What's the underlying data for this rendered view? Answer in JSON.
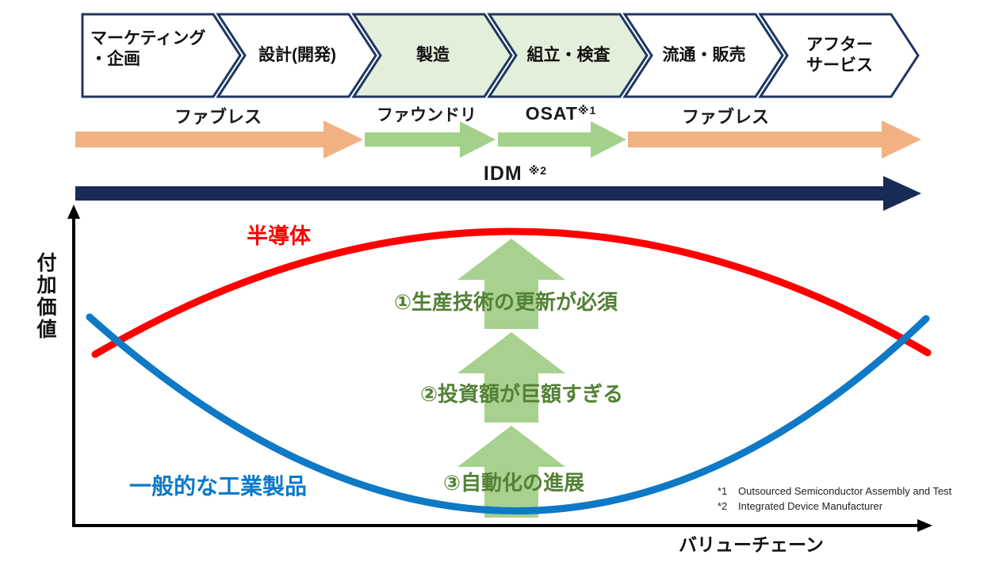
{
  "process_chain": {
    "steps": [
      {
        "label": "マーケティング\n・企画",
        "highlighted": false
      },
      {
        "label": "設計(開発)",
        "highlighted": false
      },
      {
        "label": "製造",
        "highlighted": true
      },
      {
        "label": "組立・検査",
        "highlighted": true
      },
      {
        "label": "流通・販売",
        "highlighted": false
      },
      {
        "label": "アフター\nサービス",
        "highlighted": false
      }
    ]
  },
  "business_layers": {
    "segments": [
      {
        "label": "ファブレス",
        "type": "fabless"
      },
      {
        "label": "ファウンドリ",
        "type": "foundry"
      },
      {
        "label": "OSAT",
        "note_ref": "※1",
        "type": "osat"
      },
      {
        "label": "ファブレス",
        "type": "fabless"
      }
    ],
    "idm": {
      "label": "IDM",
      "note_ref": "※2"
    }
  },
  "chart": {
    "type": "conceptual-smile-curve",
    "y_axis_label": "付加価値",
    "x_axis_label": "バリューチェーン",
    "series": [
      {
        "name": "半導体",
        "color": "#fe0000",
        "trend": "inverted_u_high_in_middle"
      },
      {
        "name": "一般的な工業製品",
        "color": "#0e79c6",
        "trend": "u_low_in_middle"
      }
    ],
    "annotations": [
      {
        "text": "①生産技術の更新が必須"
      },
      {
        "text": "②投資額が巨額すぎる"
      },
      {
        "text": "③自動化の進展"
      }
    ]
  },
  "footnotes": [
    {
      "marker": "*1",
      "text": "Outsourced Semiconductor Assembly and Test"
    },
    {
      "marker": "*2",
      "text": "Integrated Device Manufacturer"
    }
  ],
  "colors": {
    "chevron_border": "#1f3864",
    "chevron_highlight_fill": "#e3efda",
    "fabless_arrow": "#f2b183",
    "foundry_osat_arrow": "#a3d18c",
    "idm_arrow": "#182a56",
    "semiconductor_curve": "#fe0000",
    "industrial_curve": "#0e79c6",
    "annotation_text": "#538135",
    "block_arrow": "#a8d08e"
  }
}
